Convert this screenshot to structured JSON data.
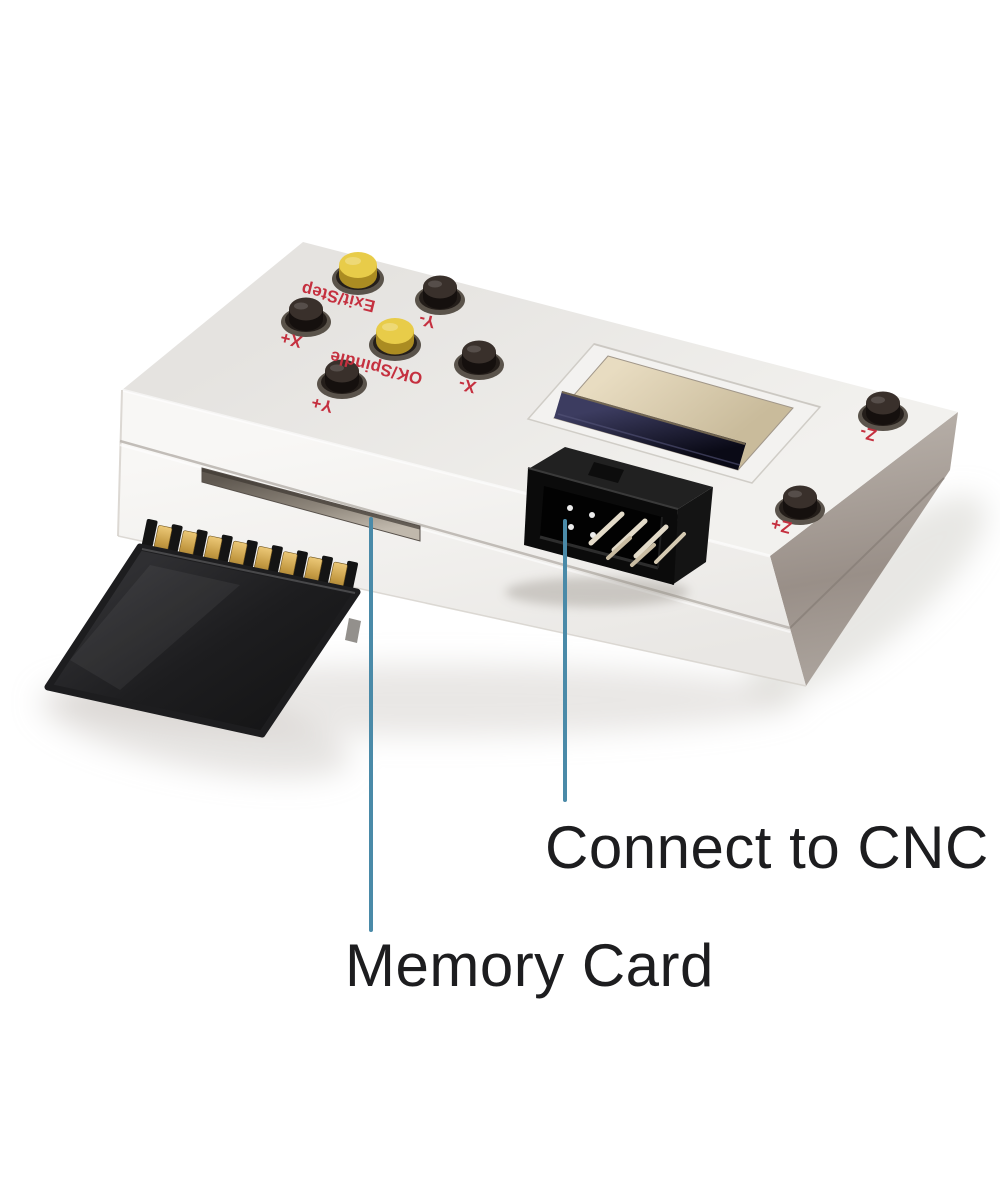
{
  "photo": {
    "background_color": "#ffffff"
  },
  "device": {
    "label_color": "#c5303f",
    "body_colors": {
      "top_face": "#ebeae7",
      "front_face": "#f6f5f3",
      "side_face": "#a49b94",
      "slot_interior": "#8d857a",
      "lcd_bezel_beige": "#dccfb2",
      "lcd_glass_navy": "#1b1b30"
    },
    "buttons": [
      {
        "label": "Exit/Step",
        "cap_color": "#e8cc49"
      },
      {
        "label": "X+",
        "cap_color": "#39302b"
      },
      {
        "label": "Y-",
        "cap_color": "#39302b"
      },
      {
        "label": "OK/Spindle",
        "cap_color": "#e8cc49"
      },
      {
        "label": "Y+",
        "cap_color": "#39302b"
      },
      {
        "label": "X-",
        "cap_color": "#39302b"
      },
      {
        "label": "Z-",
        "cap_color": "#39302b"
      },
      {
        "label": "Z+",
        "cap_color": "#39302b"
      }
    ]
  },
  "sd_card": {
    "body_color": "#1d1d1f",
    "pin_color": "#c49a43"
  },
  "annotations": {
    "line_color": "#4a8aa8",
    "text_color": "#1d1d1f",
    "connect_cnc": {
      "text": "Connect to CNC"
    },
    "memory_card": {
      "text": "Memory Card"
    }
  }
}
